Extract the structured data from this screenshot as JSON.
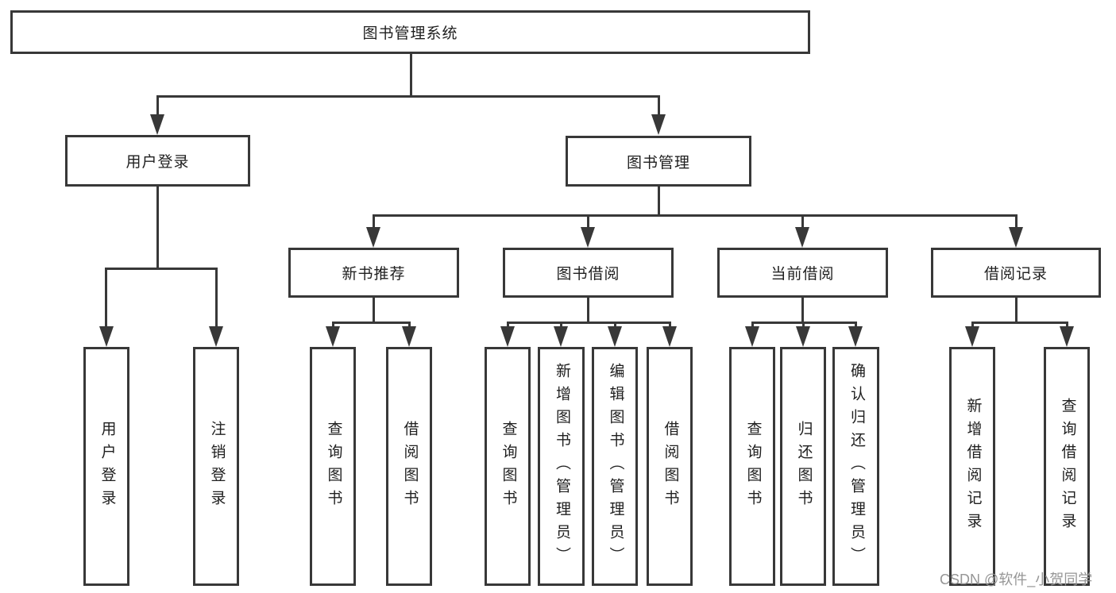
{
  "colors": {
    "line": "#383838",
    "text": "#1f1f1f",
    "background": "#ffffff",
    "watermark": "#969696"
  },
  "root": {
    "label": "图书管理系统"
  },
  "user_login": {
    "label": "用户登录",
    "children": [
      {
        "label": "用户登录"
      },
      {
        "label": "注销登录"
      }
    ]
  },
  "book_mgmt": {
    "label": "图书管理",
    "sections": [
      {
        "label": "新书推荐",
        "children": [
          {
            "label": "查询图书"
          },
          {
            "label": "借阅图书"
          }
        ]
      },
      {
        "label": "图书借阅",
        "children": [
          {
            "label": "查询图书"
          },
          {
            "label": "新增图书（管理员）"
          },
          {
            "label": "编辑图书（管理员）"
          },
          {
            "label": "借阅图书"
          }
        ]
      },
      {
        "label": "当前借阅",
        "children": [
          {
            "label": "查询图书"
          },
          {
            "label": "归还图书"
          },
          {
            "label": "确认归还（管理员）"
          }
        ]
      },
      {
        "label": "借阅记录",
        "children": [
          {
            "label": "新增借阅记录"
          },
          {
            "label": "查询借阅记录"
          }
        ]
      }
    ]
  },
  "watermark": {
    "text": "CSDN @软件_小贺同学"
  }
}
